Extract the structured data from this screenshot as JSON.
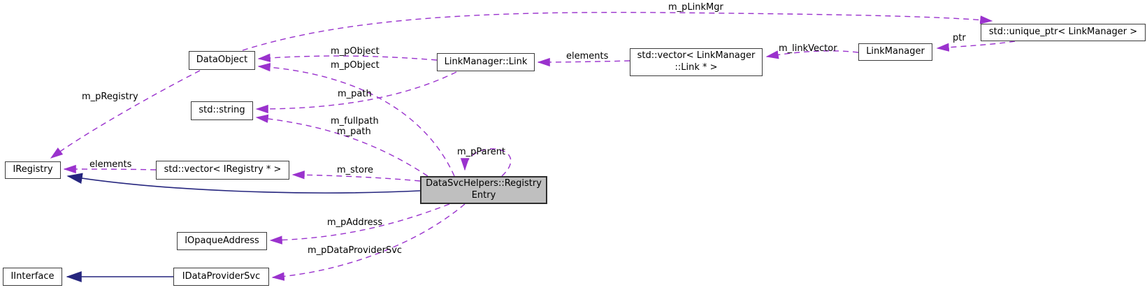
{
  "colors": {
    "edge_dashed": "#9a32cd",
    "edge_solid": "#25257e",
    "node_border": "#3c3c3c",
    "node_fill": "#ffffff",
    "focus_node_fill": "#bfbfbf",
    "text": "#000000",
    "background": "#ffffff"
  },
  "nodes": [
    {
      "id": "data-object",
      "label": "DataObject"
    },
    {
      "id": "std-string",
      "label": "std::string"
    },
    {
      "id": "linkmanager-link",
      "label": "LinkManager::Link"
    },
    {
      "id": "vector-linkmanager-link",
      "line1": "std::vector< LinkManager",
      "line2": "::Link * >"
    },
    {
      "id": "linkmanager",
      "label": "LinkManager"
    },
    {
      "id": "unique-ptr-linkmanager",
      "label": "std::unique_ptr< LinkManager >"
    },
    {
      "id": "iregistry",
      "label": "IRegistry"
    },
    {
      "id": "vector-iregistry",
      "label": "std::vector< IRegistry * >"
    },
    {
      "id": "registry-entry",
      "line1": "DataSvcHelpers::Registry",
      "line2": "Entry"
    },
    {
      "id": "iopaque-address",
      "label": "IOpaqueAddress"
    },
    {
      "id": "iinterface",
      "label": "IInterface"
    },
    {
      "id": "idataprovider-svc",
      "label": "IDataProviderSvc"
    }
  ],
  "edge_labels": [
    {
      "label": "m_pLinkMgr"
    },
    {
      "label": "m_pObject"
    },
    {
      "label": "m_pObject"
    },
    {
      "label": "elements"
    },
    {
      "label": "m_linkVector"
    },
    {
      "label": "ptr"
    },
    {
      "label": "m_path"
    },
    {
      "label": "m_pRegistry"
    },
    {
      "label": "m_fullpath"
    },
    {
      "label": "m_path"
    },
    {
      "label": "m_pParent"
    },
    {
      "label": "elements"
    },
    {
      "label": "m_store"
    },
    {
      "label": "m_pAddress"
    },
    {
      "label": "m_pDataProviderSvc"
    }
  ]
}
